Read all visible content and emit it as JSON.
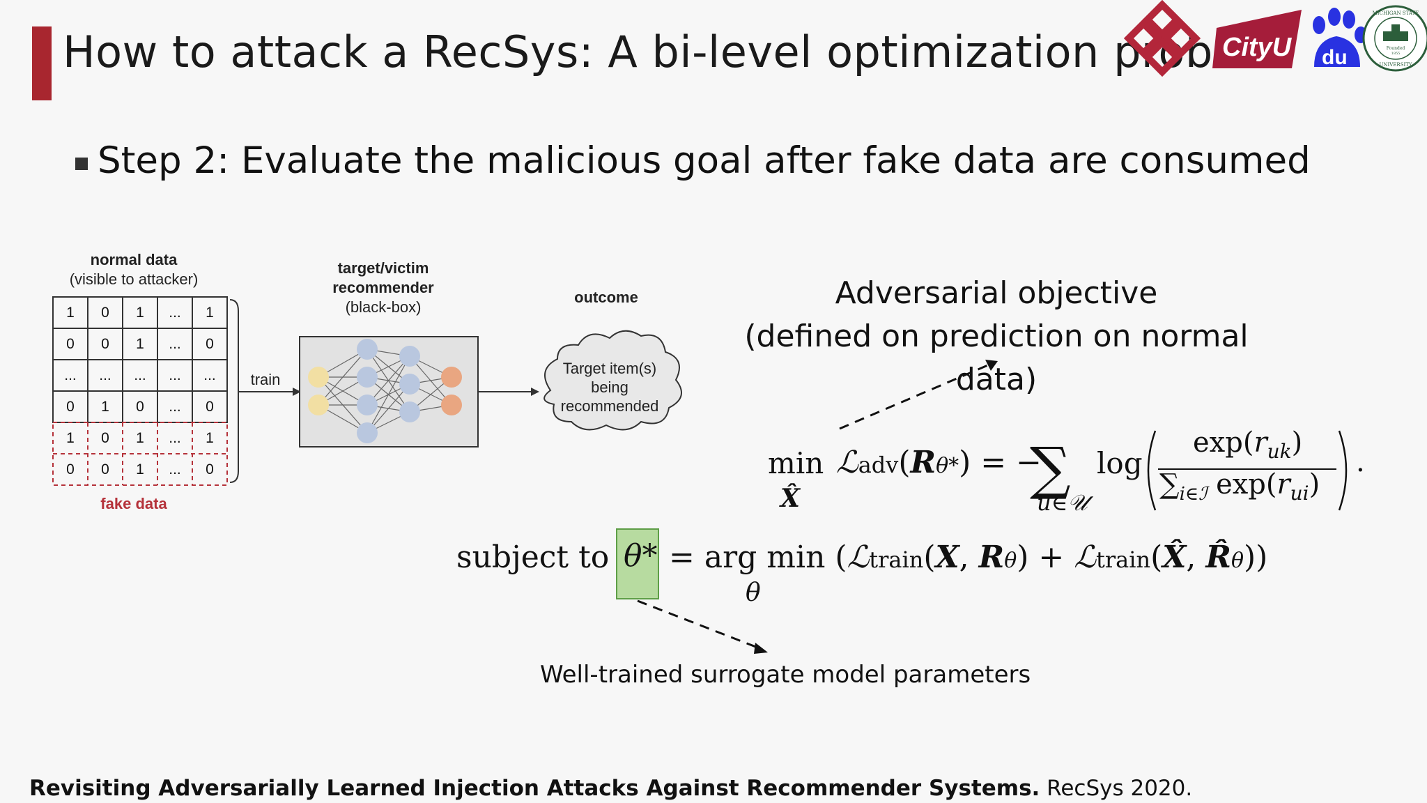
{
  "slide": {
    "title": "How to attack a RecSys: A bi-level optimization problem",
    "bullet": "Step 2: Evaluate the malicious goal after fake data are consumed"
  },
  "logos": {
    "cityu": "CityU",
    "baidu": "du",
    "msu_ring_top": "MICHIGAN STATE",
    "msu_ring_bottom": "UNIVERSITY",
    "msu_founded": "Founded",
    "msu_year": "1855"
  },
  "figure": {
    "normal_data_title": "normal data",
    "normal_data_sub": "(visible to attacker)",
    "matrix_rows": [
      [
        "1",
        "0",
        "1",
        "...",
        "1"
      ],
      [
        "0",
        "0",
        "1",
        "...",
        "0"
      ],
      [
        "...",
        "...",
        "...",
        "...",
        "..."
      ],
      [
        "0",
        "1",
        "0",
        "...",
        "0"
      ],
      [
        "1",
        "0",
        "1",
        "...",
        "1"
      ],
      [
        "0",
        "0",
        "1",
        "...",
        "0"
      ]
    ],
    "fake_data_label": "fake data",
    "train_label": "train",
    "recommender_title_1": "target/victim",
    "recommender_title_2": "recommender",
    "recommender_sub": "(black-box)",
    "outcome_label": "outcome",
    "cloud_line1": "Target item(s)",
    "cloud_line2": "being",
    "cloud_line3": "recommended"
  },
  "objective": {
    "title_line1": "Adversarial objective",
    "title_line2": "(defined on prediction on normal data)"
  },
  "equation": {
    "subject_to": "subject to",
    "note": "Well-trained surrogate model parameters"
  },
  "footer": {
    "citation_bold": "Revisiting Adversarially Learned Injection Attacks Against Recommender Systems.",
    "citation_venue": " RecSys 2020."
  },
  "colors": {
    "accent": "#a8262f",
    "highlight_box": "#b7dba0",
    "fake_data": "#b5323a"
  }
}
